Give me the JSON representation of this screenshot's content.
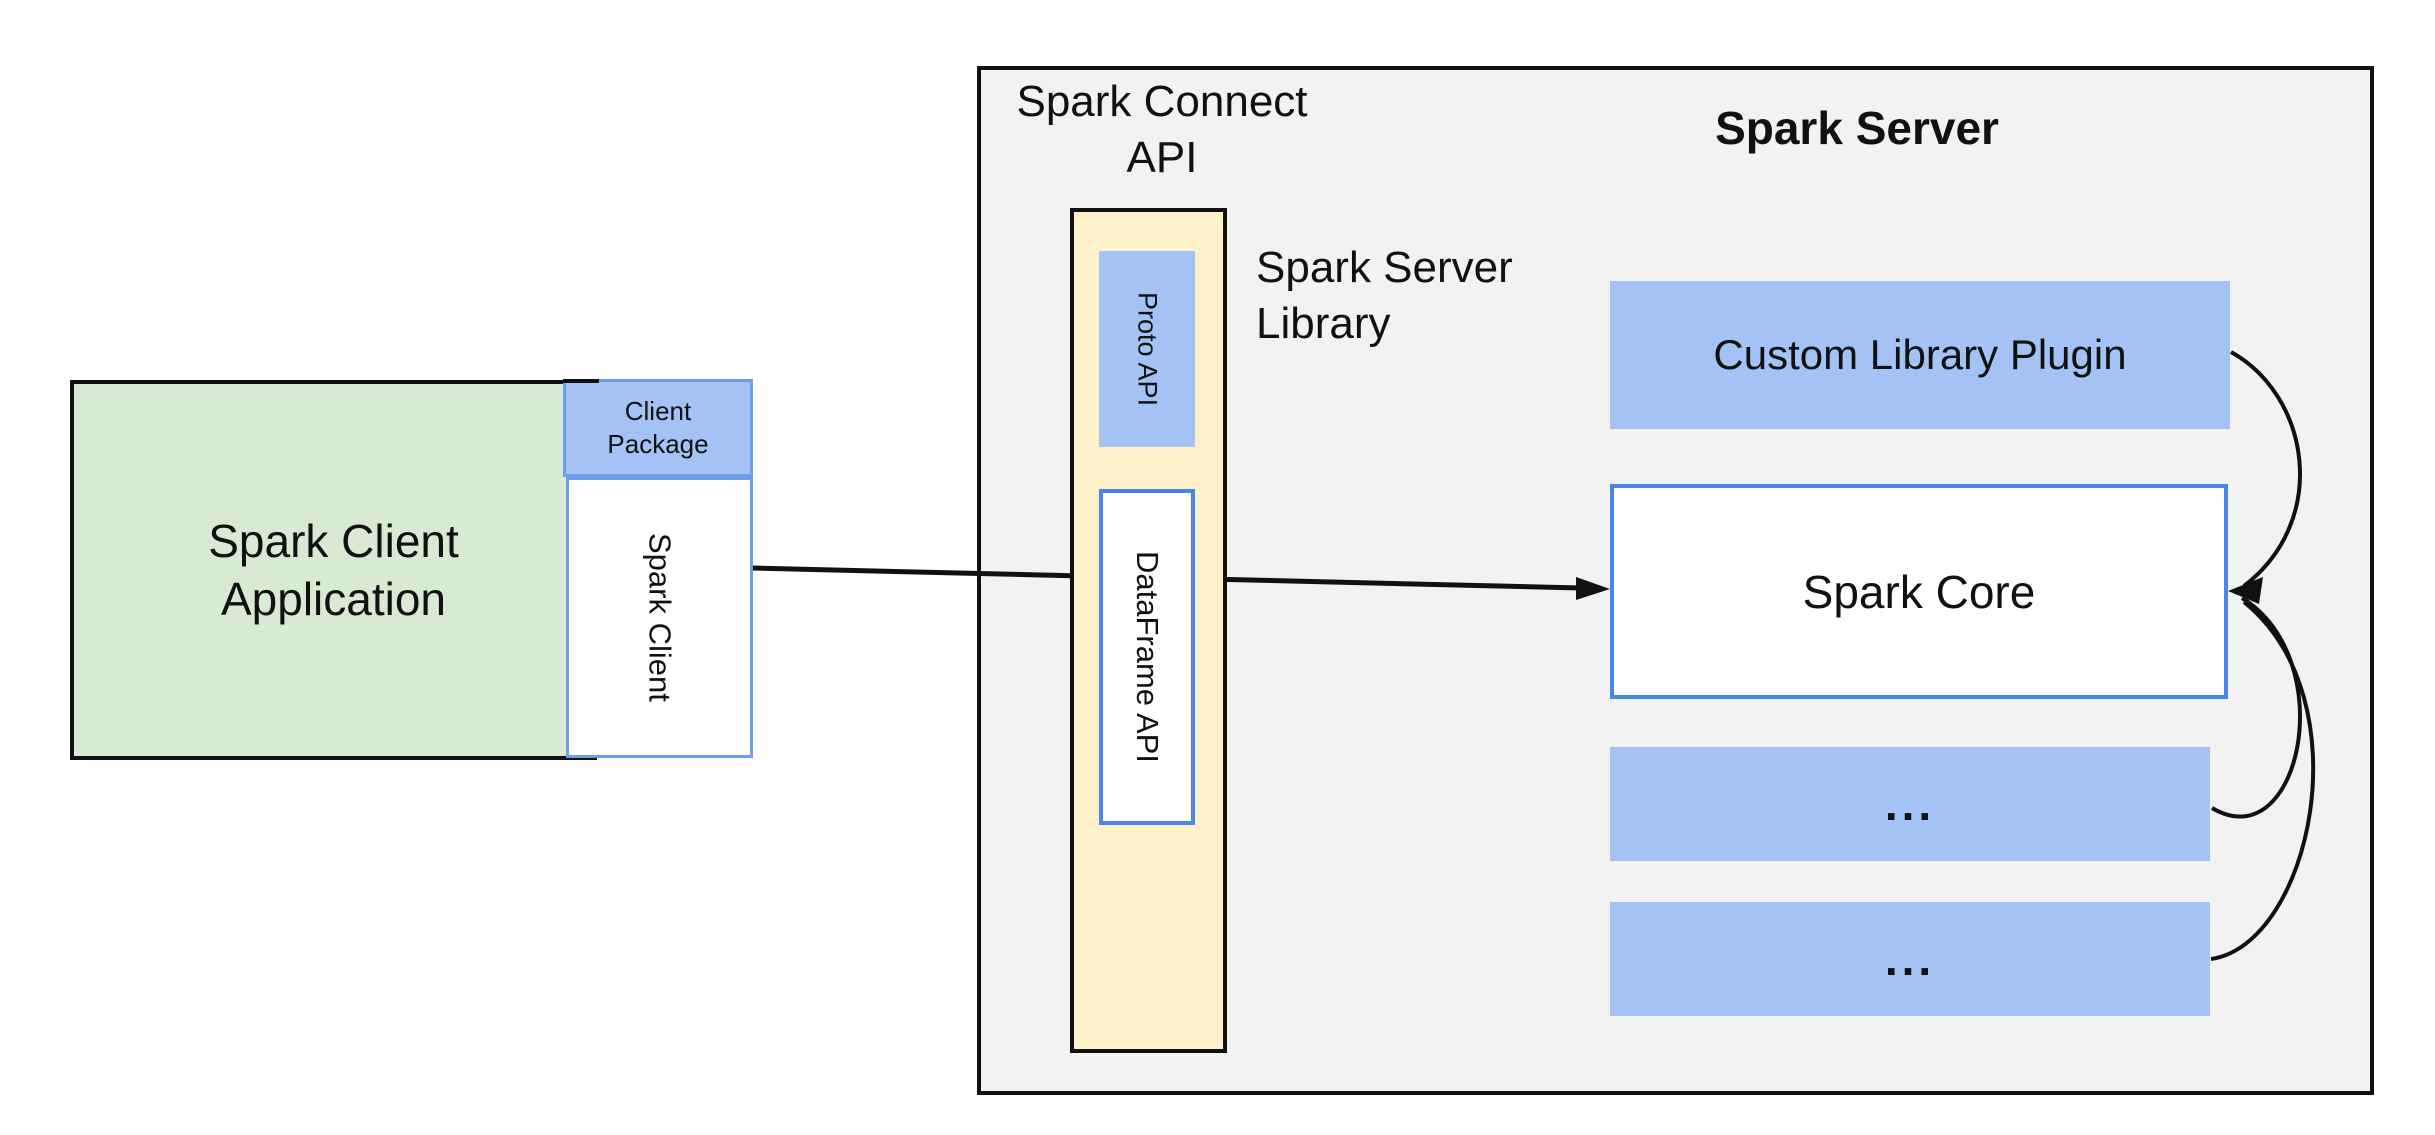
{
  "diagram": {
    "client": {
      "application": {
        "line1": "Spark Client",
        "line2": "Application"
      },
      "package": {
        "line1": "Client",
        "line2": "Package"
      },
      "spark_client": "Spark Client"
    },
    "connect_api": {
      "title": {
        "line1": "Spark Connect",
        "line2": "API"
      },
      "proto_api": "Proto API",
      "dataframe_api": "DataFrame API",
      "library_label": {
        "line1": "Spark Server",
        "line2": "Library"
      }
    },
    "server": {
      "title": "Spark Server",
      "custom_library_plugin": "Custom Library Plugin",
      "spark_core": "Spark Core",
      "ellipsis_1": "...",
      "ellipsis_2": "..."
    },
    "colors": {
      "light_blue_fill": "#A4C2F4",
      "green_fill": "#D9EAD3",
      "yellow_fill": "#FEF1C9",
      "gray_fill": "#F2F2F2",
      "blue_border": "#4A86E8",
      "blue_border_light": "#6D9EEB",
      "ink": "#111111"
    }
  }
}
